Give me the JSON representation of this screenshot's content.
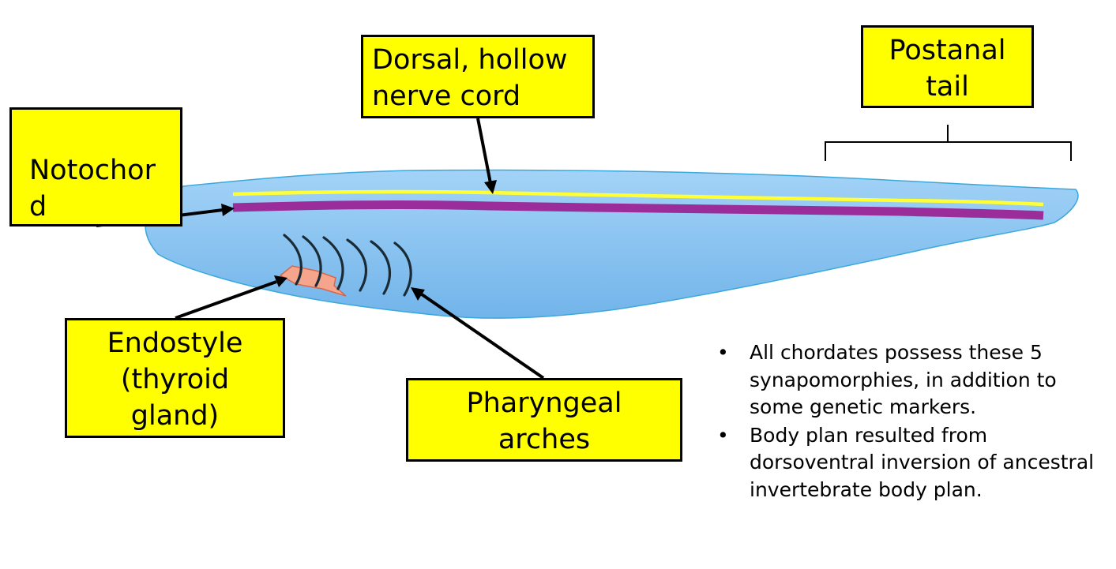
{
  "labels": {
    "notochord": "Notochor\nd",
    "nerve_cord": "Dorsal, hollow\nnerve cord",
    "postanal_tail": "Postanal\ntail",
    "endostyle": "Endostyle\n(thyroid\ngland)",
    "pharyngeal_arches": "Pharyngeal\narches"
  },
  "bullets": [
    "All chordates possess these 5 synapomorphies, in addition to some genetic markers.",
    "Body plan resulted from dorsoventral inversion of ancestral invertebrate body plan."
  ],
  "bullet_glyph": "•",
  "colors": {
    "label_fill": "#ffff00",
    "body_top": "#a3d3f7",
    "body_bottom": "#72b4ea",
    "body_outline": "#3aa8dc",
    "nerve_cord": "#ffff33",
    "notochord": "#9b2d9b",
    "endostyle_fill": "#f4a58c",
    "endostyle_outline": "#d9664b",
    "arches": "#1a2b36"
  }
}
